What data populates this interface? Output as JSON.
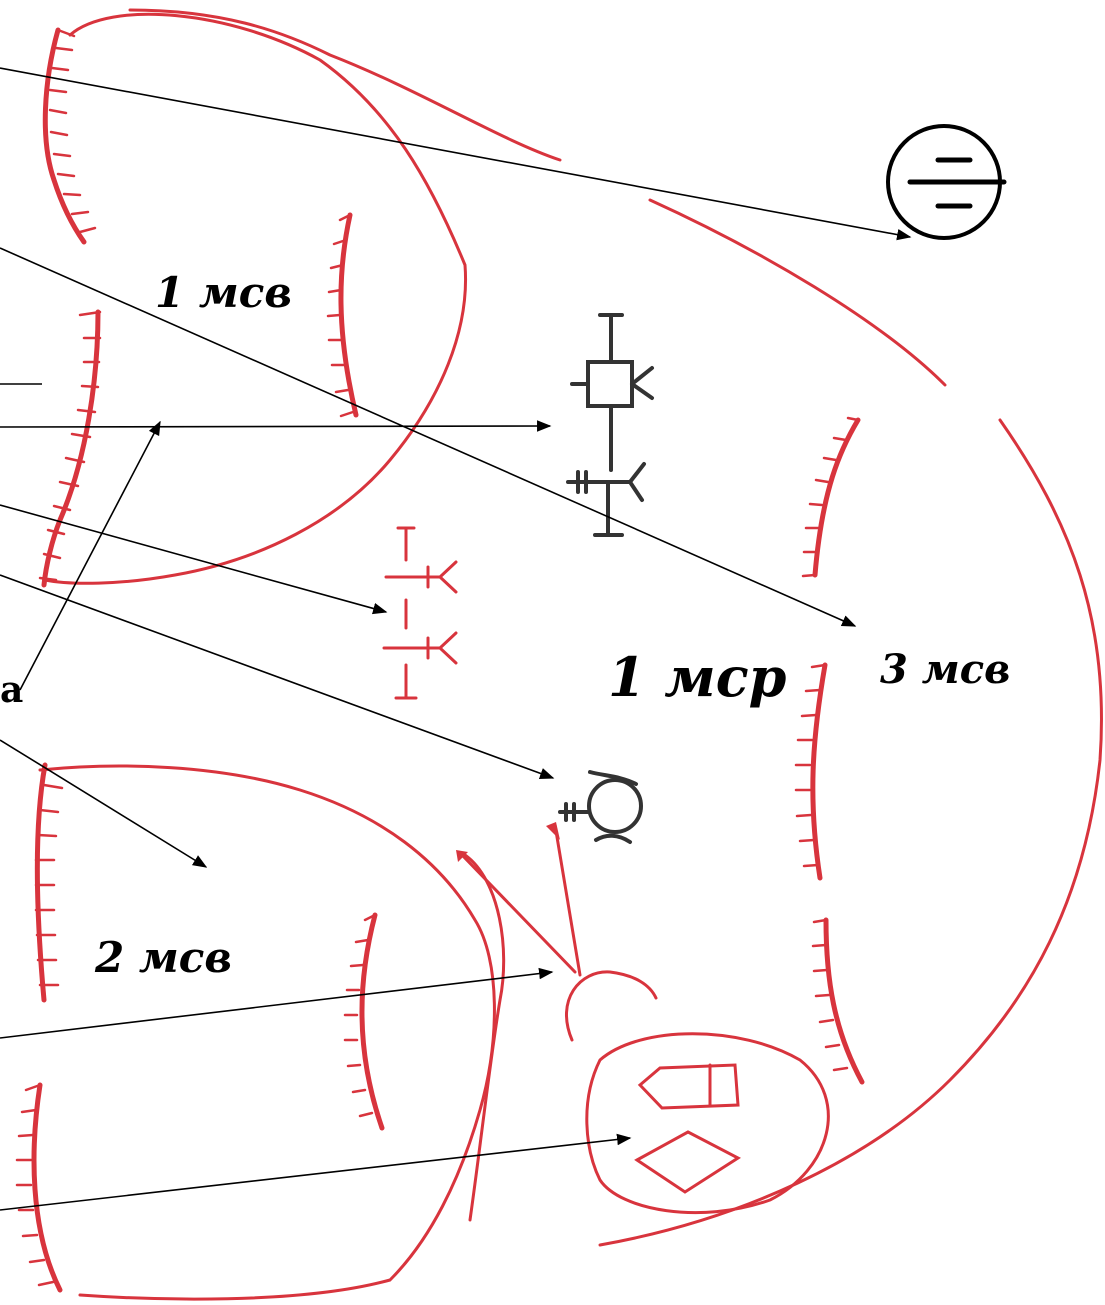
{
  "labels": {
    "platoon_1": "1 мсв",
    "platoon_2": "2 мсв",
    "platoon_3": "3 мсв",
    "company": "1 мср",
    "cut_letter": "а"
  },
  "colors": {
    "unit_lines": "#d8343d",
    "symbols": "#333333",
    "pointers": "#000000",
    "background": "#ffffff"
  },
  "icons": [
    "boundary-arc-icon",
    "trench-position-icon",
    "command-post-icon",
    "weapon-pair-icon",
    "armored-vehicle-icon",
    "observation-post-icon",
    "supply-point-icon",
    "ground-symbol-icon"
  ]
}
